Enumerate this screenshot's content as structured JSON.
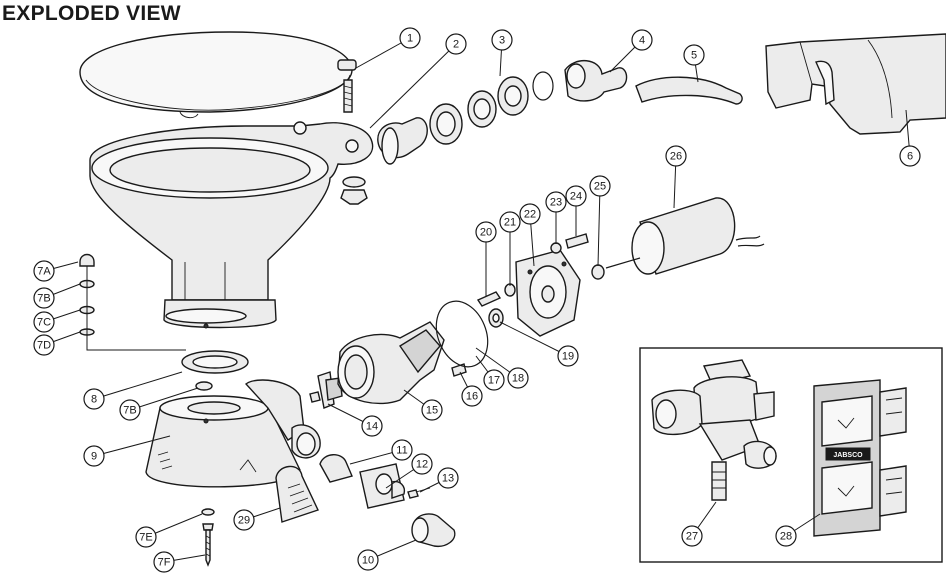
{
  "title": "EXPLODED VIEW",
  "callouts": [
    "1",
    "2",
    "3",
    "4",
    "5",
    "6",
    "7A",
    "7B",
    "7C",
    "7D",
    "8",
    "7B",
    "9",
    "7E",
    "7F",
    "10",
    "11",
    "12",
    "13",
    "14",
    "15",
    "16",
    "17",
    "18",
    "19",
    "20",
    "21",
    "22",
    "23",
    "24",
    "25",
    "26",
    "27",
    "28",
    "29"
  ],
  "inset": {
    "logo_text": "JABSCO"
  }
}
